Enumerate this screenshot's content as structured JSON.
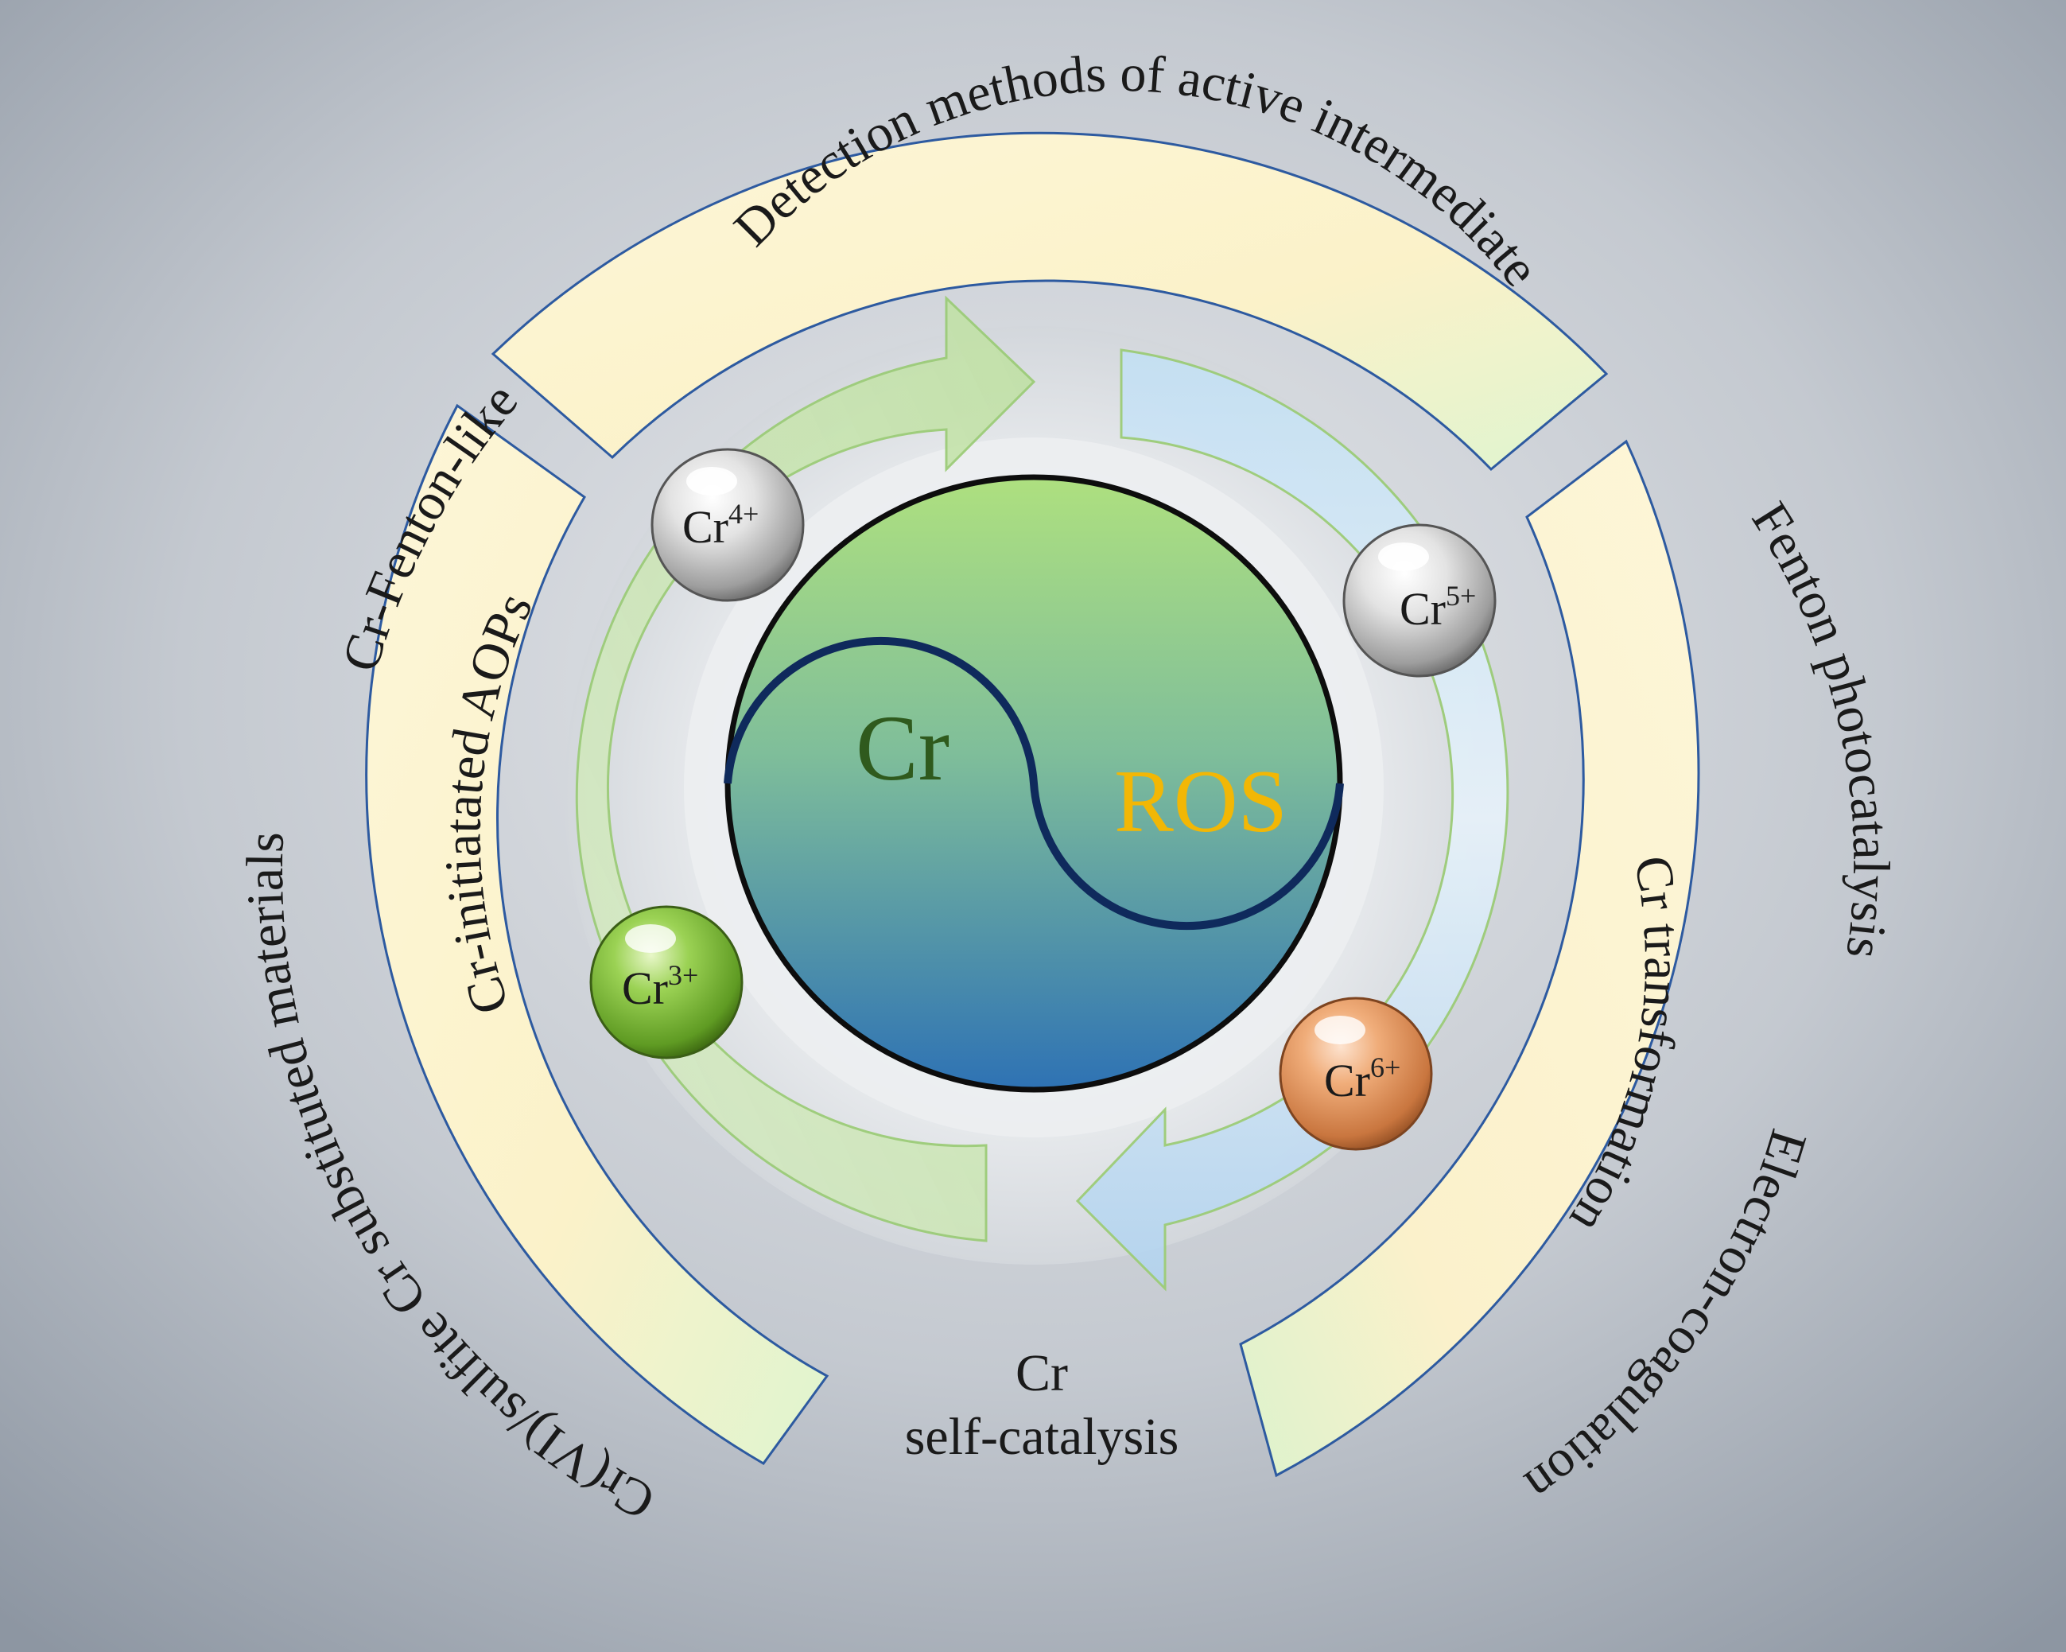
{
  "center": {
    "left_label": "Cr",
    "right_label": "ROS"
  },
  "ions": [
    {
      "symbol": "Cr",
      "charge": "4+",
      "color": "gray"
    },
    {
      "symbol": "Cr",
      "charge": "5+",
      "color": "gray"
    },
    {
      "symbol": "Cr",
      "charge": "3+",
      "color": "#7fbf3a"
    },
    {
      "symbol": "Cr",
      "charge": "6+",
      "color": "#e6a16e"
    }
  ],
  "outer_ring": {
    "top": "Detection methods of active intermediate",
    "left_outer": "Cr-Fenton-like",
    "left_inner": "Cr-initiatated AOPs",
    "left_bottom": "Cr(VI)/sulfite Cr substituted materials",
    "right_outer": "Fenton photocatalysis",
    "right_inner": "Cr transformation",
    "right_bottom": "Electron-coagulation"
  },
  "bottom": {
    "line1": "Cr",
    "line2": "self-catalysis"
  },
  "colors": {
    "cr_label": "#2f5a1d",
    "ros_label": "#f2b705",
    "green_arrow": "#c7e3ad",
    "blue_arrow": "#b7d6ee",
    "band_stroke": "#2d5aa0"
  }
}
